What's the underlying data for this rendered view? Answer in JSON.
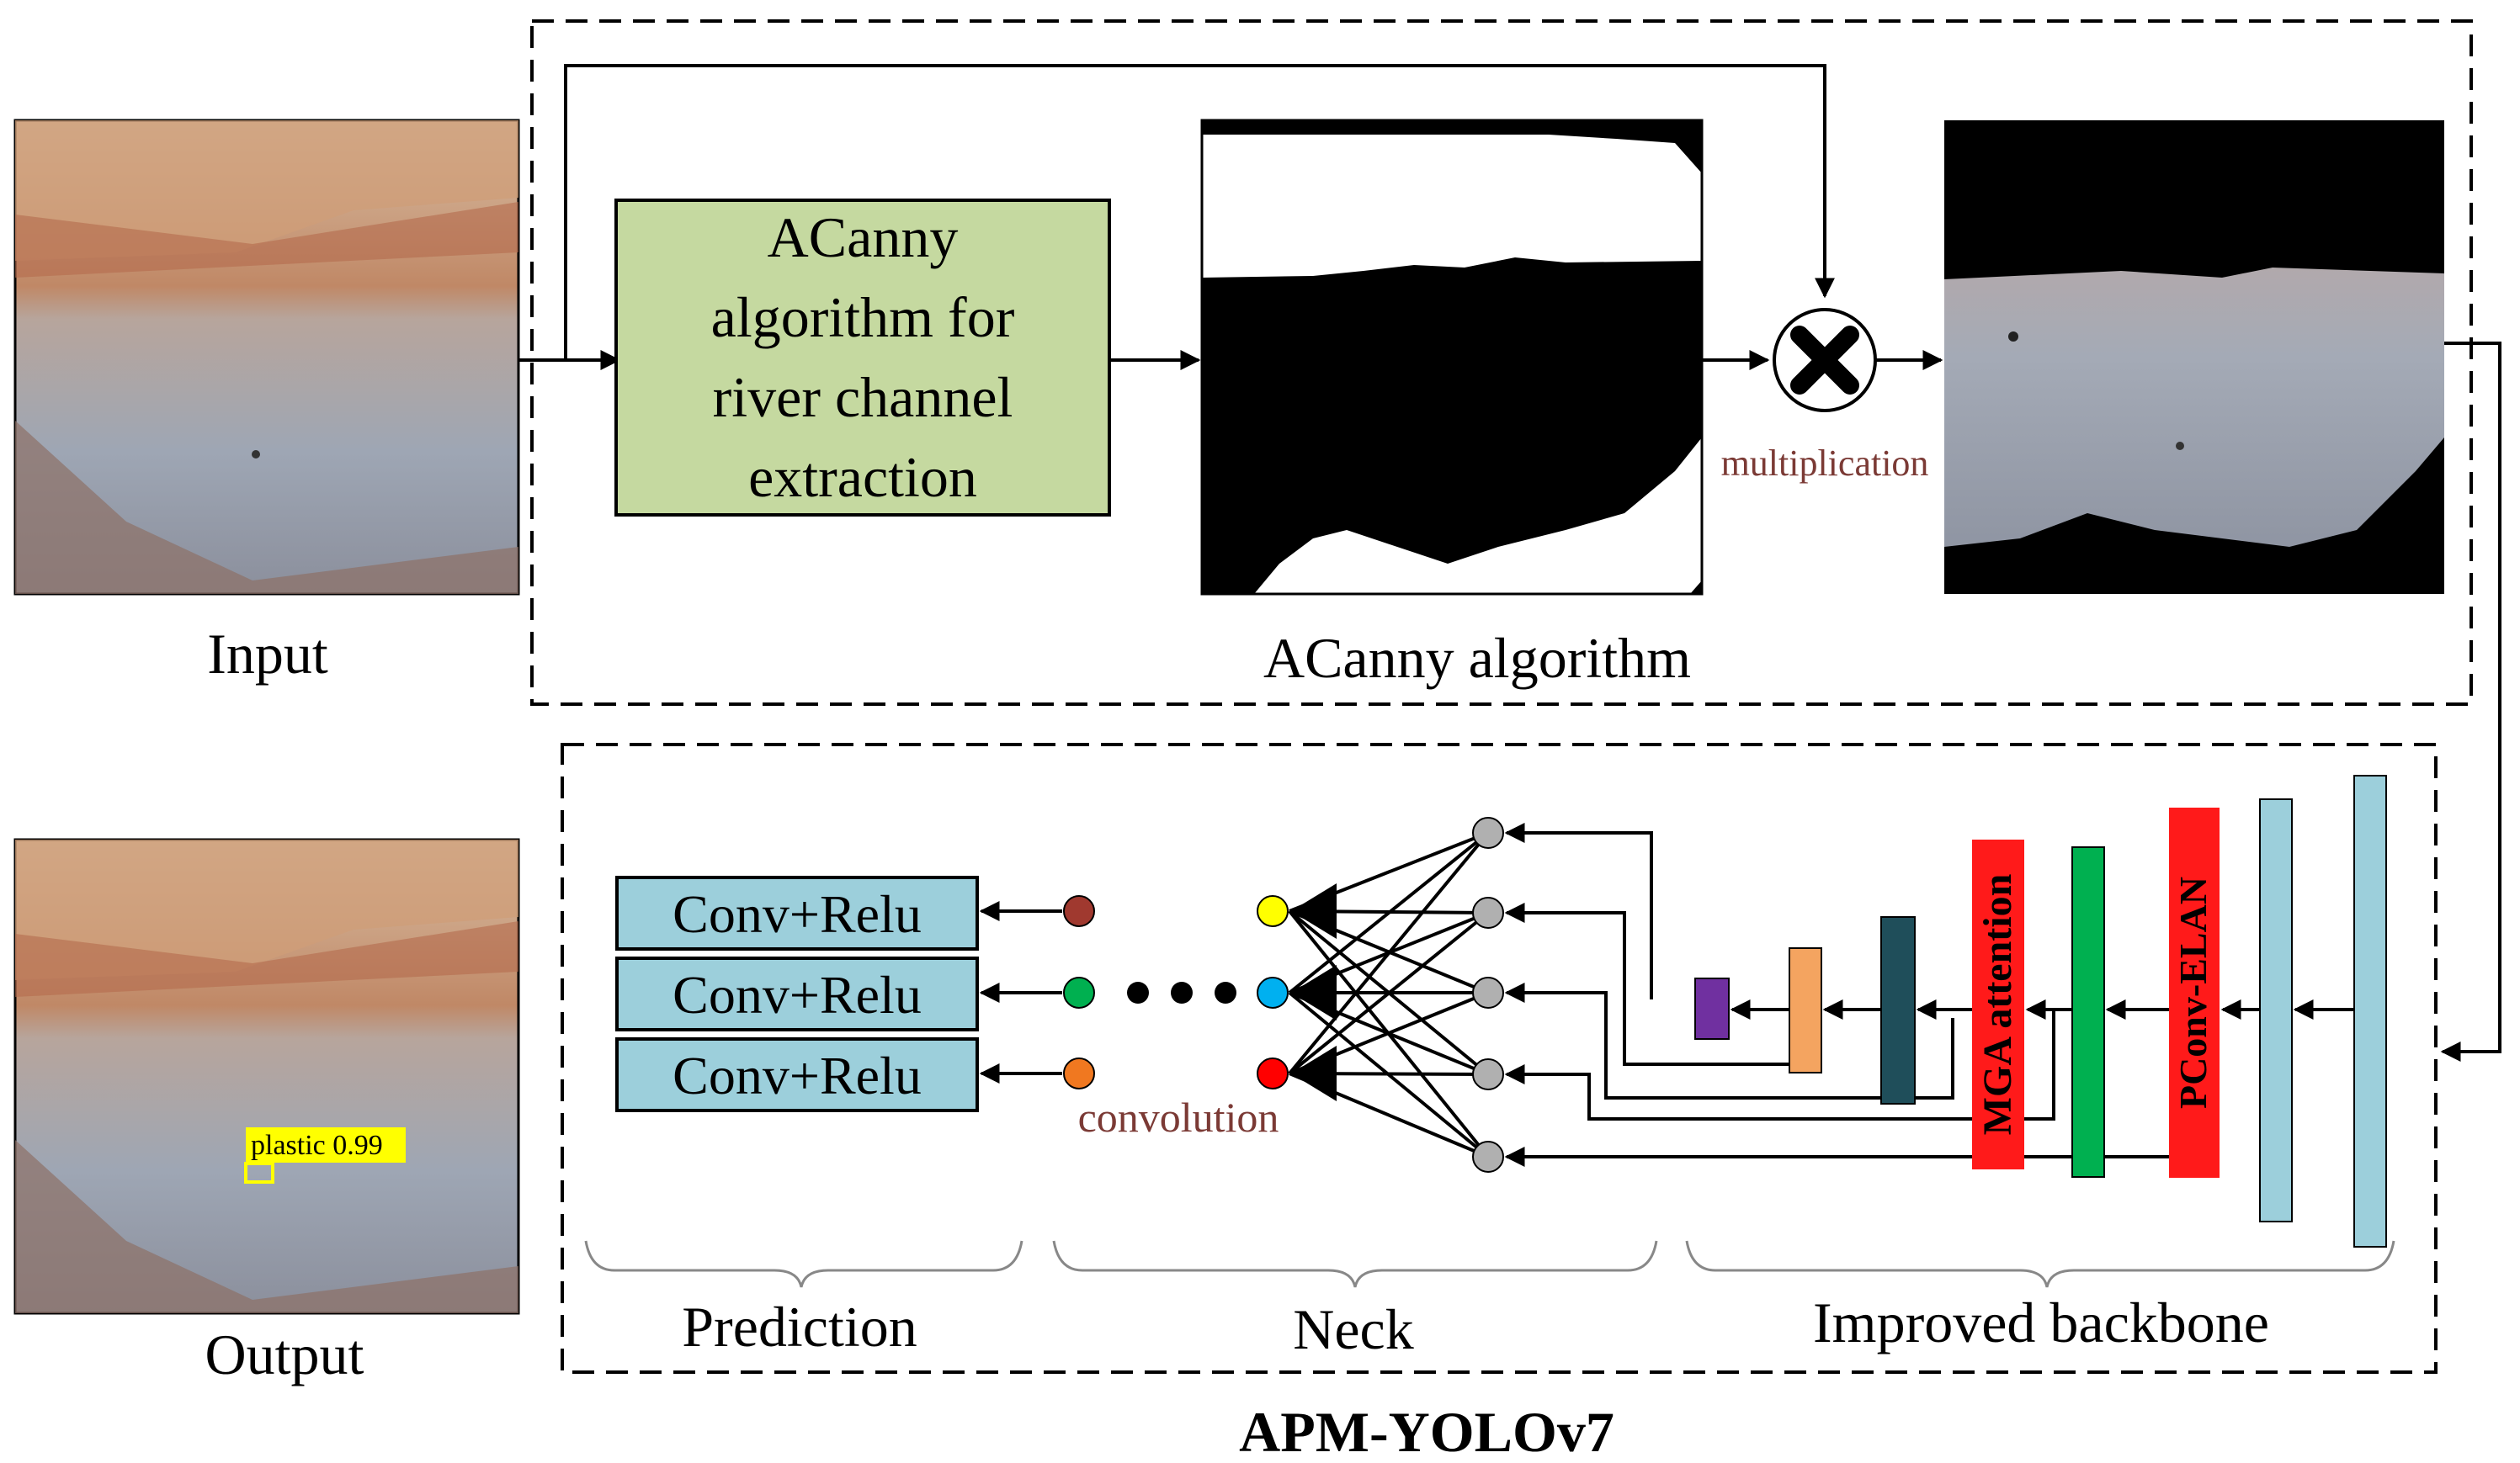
{
  "labels": {
    "input": "Input",
    "output": "Output",
    "acanny_box": [
      "ACanny",
      "algorithm for",
      "river channel",
      "extraction"
    ],
    "acanny_section": "ACanny algorithm",
    "multiplication": "multiplication",
    "convolution": "convolution",
    "conv_relu": [
      "Conv+Relu",
      "Conv+Relu",
      "Conv+Relu"
    ],
    "mga_attention": "MGA attention",
    "pconv_elan": "PConv-ELAN",
    "prediction": "Prediction",
    "neck": "Neck",
    "improved_backbone": "Improved backbone",
    "model_title": "APM-YOLOv7",
    "detection_label": "plastic 0.99"
  },
  "colors": {
    "acanny_box_fill": "#c5d9a0",
    "conv_relu_fill": "#9ccfdb",
    "annotation_text": "#7b3a35",
    "mga_fill": "#ff1a1a",
    "pconv_fill": "#ff1a1a",
    "green_block": "#00b050",
    "dark_teal_block": "#1f4e5a",
    "orange_block": "#f4a460",
    "purple_block": "#7030a0",
    "light_blue_block": "#9ccfdb",
    "detection_box": "#ffff00",
    "node_gray": "#b0b0b0",
    "node_yellow": "#ffff00",
    "node_blue": "#00b0f0",
    "node_red": "#ff0000",
    "node_brown": "#a0392f",
    "node_green": "#00b050",
    "node_orange": "#f07820"
  }
}
